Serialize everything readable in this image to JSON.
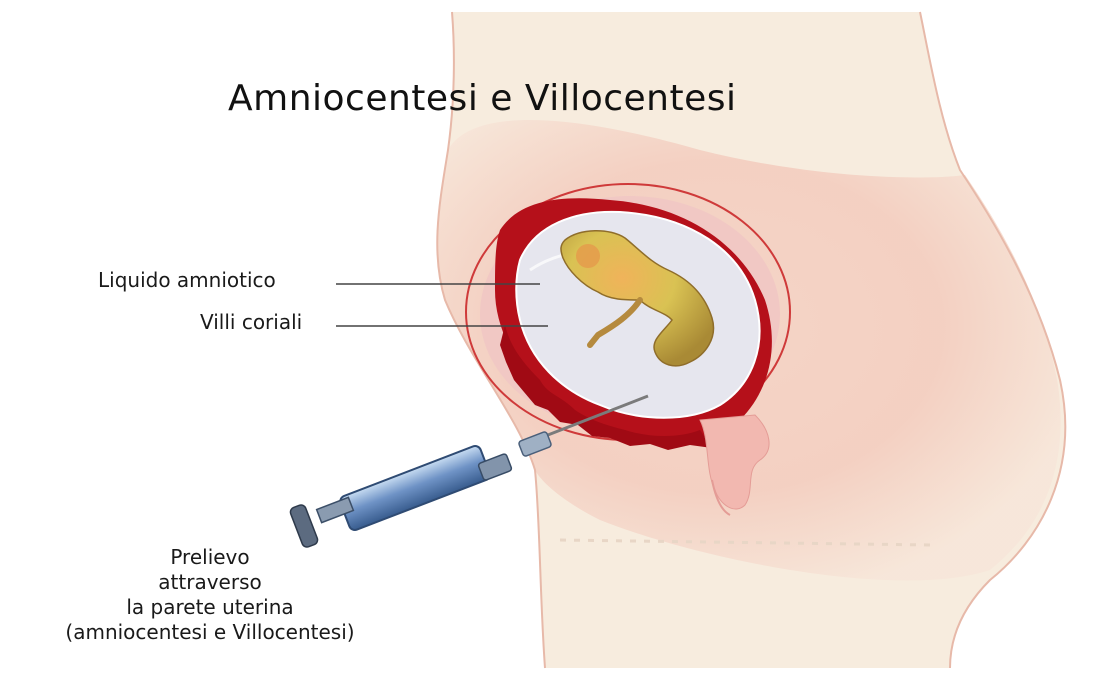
{
  "title": "Amniocentesi  e Villocentesi",
  "labels": {
    "liquido_amniotico": "Liquido amniotico",
    "villi_coriali": "Villi coriali"
  },
  "caption": {
    "line1": "Prelievo",
    "line2": "attraverso",
    "line3": "la parete uterina",
    "line4": "(amniocentesi e  Villocentesi)"
  },
  "colors": {
    "body_light": "#f7ecde",
    "body_pink": "#f2c9bd",
    "uterus_wall": "#b5101a",
    "amniotic_fluid": "#e6e6ee",
    "fetus": "#d9c253",
    "syringe_barrel": "#6f93c6"
  }
}
